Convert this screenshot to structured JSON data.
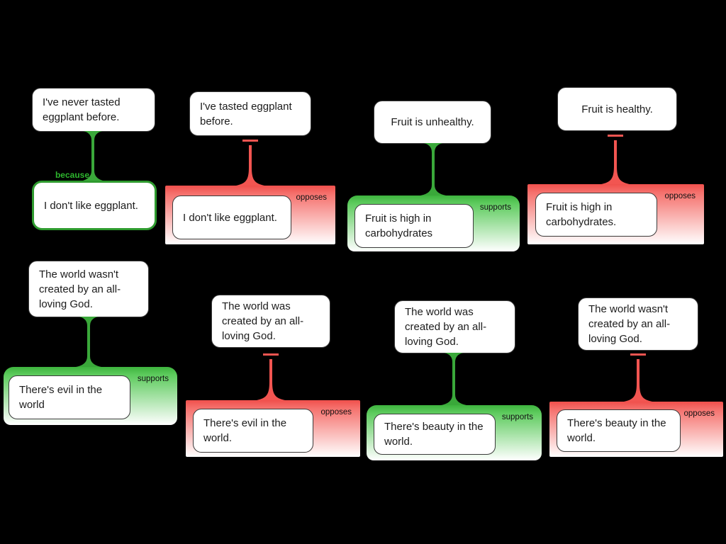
{
  "canvas": {
    "background": "#000000"
  },
  "colors": {
    "support_line": "#3aa83a",
    "support_fill_top": "#55c855",
    "oppose_line": "#f25551",
    "oppose_fill_top": "#f4706c",
    "because_text": "#2db52d",
    "premise_outline_green": "#2f9b2f",
    "node_fill": "#ffffff",
    "text": "#1c1c1c"
  },
  "arguments": [
    {
      "claim": "I've never tasted eggplant before.",
      "relation": "because",
      "relation_label": "because",
      "premise": "I don't like eggplant."
    },
    {
      "claim": "I've tasted eggplant before.",
      "relation": "opposes",
      "relation_label": "opposes",
      "premise": "I don't like eggplant."
    },
    {
      "claim": "Fruit is unhealthy.",
      "relation": "supports",
      "relation_label": "supports",
      "premise": "Fruit is high in carbohydrates"
    },
    {
      "claim": "Fruit is healthy.",
      "relation": "opposes",
      "relation_label": "opposes",
      "premise": "Fruit is high in carbohydrates."
    },
    {
      "claim": "The world wasn't created by an all-loving God.",
      "relation": "supports",
      "relation_label": "supports",
      "premise": "There's evil in the world"
    },
    {
      "claim": "The world was created by an all-loving God.",
      "relation": "opposes",
      "relation_label": "opposes",
      "premise": "There's evil in the world."
    },
    {
      "claim": "The world was created by an all-loving God.",
      "relation": "supports",
      "relation_label": "supports",
      "premise": "There's beauty in the world."
    },
    {
      "claim": "The world wasn't created by an all-loving God.",
      "relation": "opposes",
      "relation_label": "opposes",
      "premise": "There's beauty in the world."
    }
  ]
}
